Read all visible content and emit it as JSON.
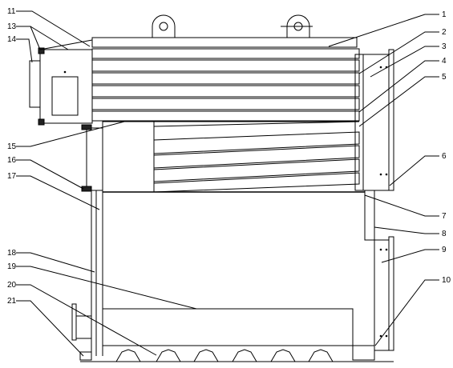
{
  "diagram": {
    "callouts": [
      "1",
      "2",
      "3",
      "4",
      "5",
      "6",
      "7",
      "8",
      "9",
      "10",
      "11",
      "13",
      "14",
      "15",
      "16",
      "17",
      "18",
      "19",
      "20",
      "21"
    ]
  }
}
